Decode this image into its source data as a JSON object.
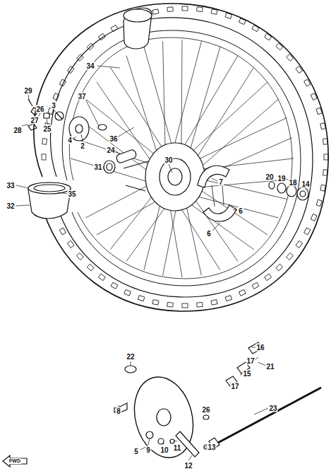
{
  "diagram": {
    "labels": [
      "34",
      "29",
      "26",
      "3",
      "37",
      "27",
      "28",
      "25",
      "4",
      "2",
      "36",
      "24",
      "31",
      "30",
      "7",
      "33",
      "35",
      "32",
      "20",
      "19",
      "18",
      "14",
      "6",
      "6",
      "16",
      "17",
      "21",
      "15",
      "17",
      "22",
      "8",
      "26",
      "23",
      "5",
      "9",
      "10",
      "11",
      "13",
      "12",
      "FWD"
    ]
  }
}
